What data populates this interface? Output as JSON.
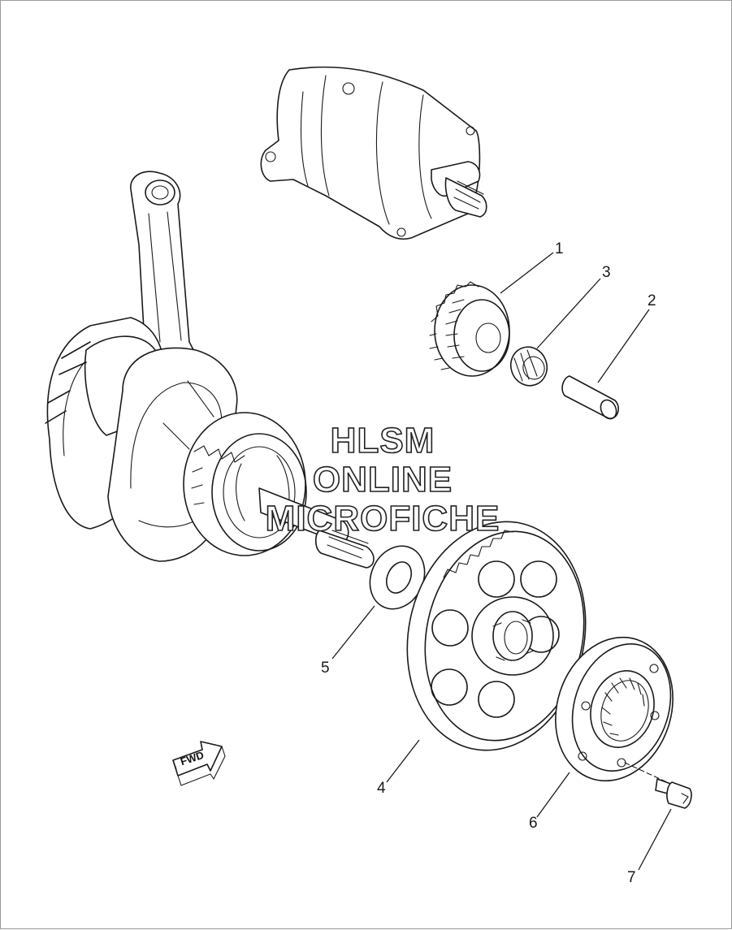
{
  "callouts": {
    "c1": "1",
    "c2": "2",
    "c3": "3",
    "c4": "4",
    "c5": "5",
    "c6": "6",
    "c7": "7"
  },
  "watermark": {
    "line1": "HLSM",
    "line2": "ONLINE",
    "line3": "MICROFICHE"
  },
  "direction_arrow": {
    "label": "FWD"
  },
  "colors": {
    "line": "#1a1a1a",
    "background": "#ffffff",
    "border": "#9a9a9a"
  }
}
